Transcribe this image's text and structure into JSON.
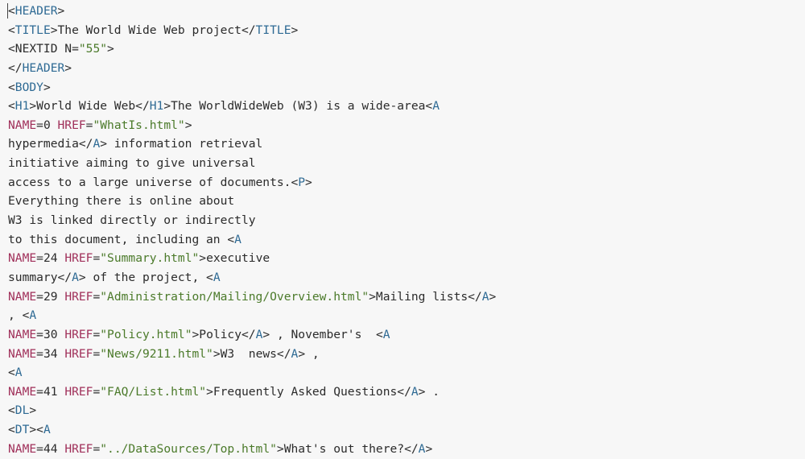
{
  "editor": {
    "colors": {
      "background": "#f7f7f7",
      "text": "#2b2b2b",
      "tag": "#2e6a94",
      "attribute": "#a0305a",
      "string": "#4b7a2a"
    },
    "lines": [
      [
        {
          "k": "text",
          "v": "<"
        },
        {
          "k": "tag",
          "v": "HEADER"
        },
        {
          "k": "text",
          "v": ">"
        }
      ],
      [
        {
          "k": "text",
          "v": "<"
        },
        {
          "k": "tag",
          "v": "TITLE"
        },
        {
          "k": "text",
          "v": ">The World Wide Web project</"
        },
        {
          "k": "tag",
          "v": "TITLE"
        },
        {
          "k": "text",
          "v": ">"
        }
      ],
      [
        {
          "k": "text",
          "v": "<NEXTID N="
        },
        {
          "k": "str",
          "v": "\"55\""
        },
        {
          "k": "text",
          "v": ">"
        }
      ],
      [
        {
          "k": "text",
          "v": "</"
        },
        {
          "k": "tag",
          "v": "HEADER"
        },
        {
          "k": "text",
          "v": ">"
        }
      ],
      [
        {
          "k": "text",
          "v": "<"
        },
        {
          "k": "tag",
          "v": "BODY"
        },
        {
          "k": "text",
          "v": ">"
        }
      ],
      [
        {
          "k": "text",
          "v": "<"
        },
        {
          "k": "tag",
          "v": "H1"
        },
        {
          "k": "text",
          "v": ">World Wide Web</"
        },
        {
          "k": "tag",
          "v": "H1"
        },
        {
          "k": "text",
          "v": ">The WorldWideWeb (W3) is a wide-area<"
        },
        {
          "k": "tag",
          "v": "A"
        }
      ],
      [
        {
          "k": "attr",
          "v": "NAME"
        },
        {
          "k": "text",
          "v": "=0 "
        },
        {
          "k": "attr",
          "v": "HREF"
        },
        {
          "k": "text",
          "v": "="
        },
        {
          "k": "str",
          "v": "\"WhatIs.html\""
        },
        {
          "k": "text",
          "v": ">"
        }
      ],
      [
        {
          "k": "text",
          "v": "hypermedia</"
        },
        {
          "k": "tag",
          "v": "A"
        },
        {
          "k": "text",
          "v": "> information retrieval"
        }
      ],
      [
        {
          "k": "text",
          "v": "initiative aiming to give universal"
        }
      ],
      [
        {
          "k": "text",
          "v": "access to a large universe of documents.<"
        },
        {
          "k": "tag",
          "v": "P"
        },
        {
          "k": "text",
          "v": ">"
        }
      ],
      [
        {
          "k": "text",
          "v": "Everything there is online about"
        }
      ],
      [
        {
          "k": "text",
          "v": "W3 is linked directly or indirectly"
        }
      ],
      [
        {
          "k": "text",
          "v": "to this document, including an <"
        },
        {
          "k": "tag",
          "v": "A"
        }
      ],
      [
        {
          "k": "attr",
          "v": "NAME"
        },
        {
          "k": "text",
          "v": "=24 "
        },
        {
          "k": "attr",
          "v": "HREF"
        },
        {
          "k": "text",
          "v": "="
        },
        {
          "k": "str",
          "v": "\"Summary.html\""
        },
        {
          "k": "text",
          "v": ">executive"
        }
      ],
      [
        {
          "k": "text",
          "v": "summary</"
        },
        {
          "k": "tag",
          "v": "A"
        },
        {
          "k": "text",
          "v": "> of the project, <"
        },
        {
          "k": "tag",
          "v": "A"
        }
      ],
      [
        {
          "k": "attr",
          "v": "NAME"
        },
        {
          "k": "text",
          "v": "=29 "
        },
        {
          "k": "attr",
          "v": "HREF"
        },
        {
          "k": "text",
          "v": "="
        },
        {
          "k": "str",
          "v": "\"Administration/Mailing/Overview.html\""
        },
        {
          "k": "text",
          "v": ">Mailing lists</"
        },
        {
          "k": "tag",
          "v": "A"
        },
        {
          "k": "text",
          "v": ">"
        }
      ],
      [
        {
          "k": "text",
          "v": ", <"
        },
        {
          "k": "tag",
          "v": "A"
        }
      ],
      [
        {
          "k": "attr",
          "v": "NAME"
        },
        {
          "k": "text",
          "v": "=30 "
        },
        {
          "k": "attr",
          "v": "HREF"
        },
        {
          "k": "text",
          "v": "="
        },
        {
          "k": "str",
          "v": "\"Policy.html\""
        },
        {
          "k": "text",
          "v": ">Policy</"
        },
        {
          "k": "tag",
          "v": "A"
        },
        {
          "k": "text",
          "v": "> , November's  <"
        },
        {
          "k": "tag",
          "v": "A"
        }
      ],
      [
        {
          "k": "attr",
          "v": "NAME"
        },
        {
          "k": "text",
          "v": "=34 "
        },
        {
          "k": "attr",
          "v": "HREF"
        },
        {
          "k": "text",
          "v": "="
        },
        {
          "k": "str",
          "v": "\"News/9211.html\""
        },
        {
          "k": "text",
          "v": ">W3  news</"
        },
        {
          "k": "tag",
          "v": "A"
        },
        {
          "k": "text",
          "v": "> ,"
        }
      ],
      [
        {
          "k": "text",
          "v": "<"
        },
        {
          "k": "tag",
          "v": "A"
        }
      ],
      [
        {
          "k": "attr",
          "v": "NAME"
        },
        {
          "k": "text",
          "v": "=41 "
        },
        {
          "k": "attr",
          "v": "HREF"
        },
        {
          "k": "text",
          "v": "="
        },
        {
          "k": "str",
          "v": "\"FAQ/List.html\""
        },
        {
          "k": "text",
          "v": ">Frequently Asked Questions</"
        },
        {
          "k": "tag",
          "v": "A"
        },
        {
          "k": "text",
          "v": "> ."
        }
      ],
      [
        {
          "k": "text",
          "v": "<"
        },
        {
          "k": "tag",
          "v": "DL"
        },
        {
          "k": "text",
          "v": ">"
        }
      ],
      [
        {
          "k": "text",
          "v": "<"
        },
        {
          "k": "tag",
          "v": "DT"
        },
        {
          "k": "text",
          "v": "><"
        },
        {
          "k": "tag",
          "v": "A"
        }
      ],
      [
        {
          "k": "attr",
          "v": "NAME"
        },
        {
          "k": "text",
          "v": "=44 "
        },
        {
          "k": "attr",
          "v": "HREF"
        },
        {
          "k": "text",
          "v": "="
        },
        {
          "k": "str",
          "v": "\"../DataSources/Top.html\""
        },
        {
          "k": "text",
          "v": ">What's out there?</"
        },
        {
          "k": "tag",
          "v": "A"
        },
        {
          "k": "text",
          "v": ">"
        }
      ]
    ]
  }
}
